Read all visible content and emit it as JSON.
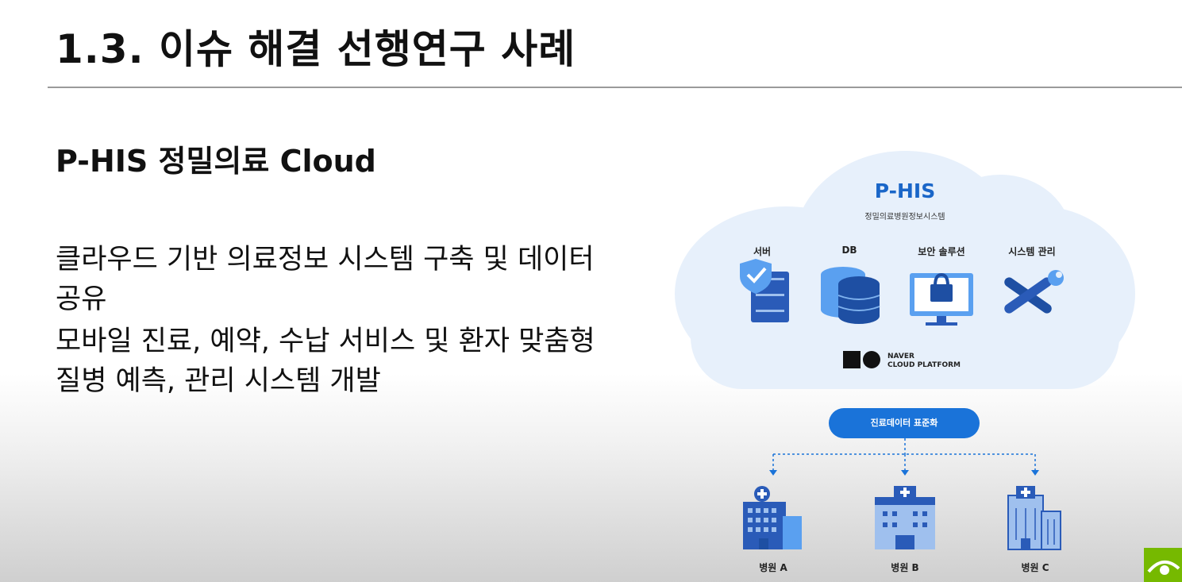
{
  "slide": {
    "title": "1.3. 이슈 해결 선행연구 사례",
    "subtitle": "P-HIS 정밀의료 Cloud",
    "bullet_1": "클라우드 기반 의료정보 시스템 구축 및 데이터 공유",
    "bullet_2": "모바일 진료, 예약, 수납 서비스 및 환자 맞춤형 질병 예측, 관리 시스템 개발"
  },
  "diagram": {
    "cloud_title": "P-HIS",
    "cloud_subtitle": "정밀의료병원정보시스템",
    "services": [
      {
        "label": "서버",
        "icon": "server-shield-icon"
      },
      {
        "label": "DB",
        "icon": "database-icon"
      },
      {
        "label": "보안 솔루션",
        "icon": "security-monitor-icon"
      },
      {
        "label": "시스템 관리",
        "icon": "tools-icon"
      }
    ],
    "platform": {
      "line1": "NAVER",
      "line2": "CLOUD PLATFORM",
      "icon": "naver-cloud-logo"
    },
    "standardization_label": "진료데이터 표준화",
    "hospitals": [
      {
        "label": "병원 A",
        "icon": "hospital-icon"
      },
      {
        "label": "병원 B",
        "icon": "hospital-icon"
      },
      {
        "label": "병원 C",
        "icon": "hospital-icon"
      }
    ]
  },
  "colors": {
    "accent": "#1a73d9",
    "cloud": "#e6f0fb",
    "icon_dark": "#1e4fa3",
    "corner_logo": "#76b900"
  }
}
